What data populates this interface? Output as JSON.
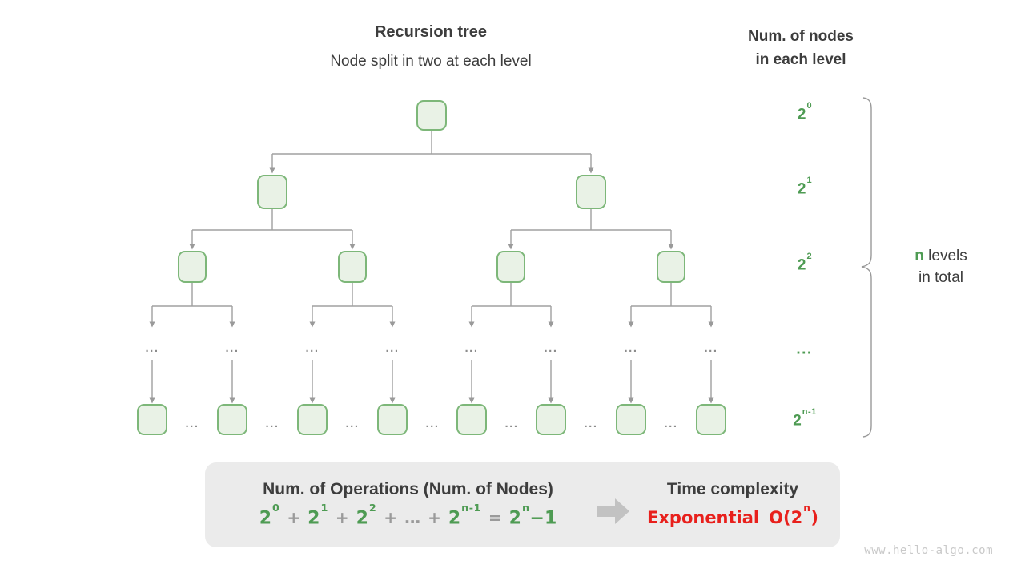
{
  "header": {
    "title": "Recursion tree",
    "subtitle": "Node split in two at each level"
  },
  "right_panel": {
    "header_line1": "Num. of nodes",
    "header_line2": "in each level",
    "levels": [
      {
        "base": "2",
        "sup": "0"
      },
      {
        "base": "2",
        "sup": "1"
      },
      {
        "base": "2",
        "sup": "2"
      },
      {
        "base": "...",
        "sup": ""
      },
      {
        "base": "2",
        "sup": "n-1"
      }
    ]
  },
  "bracket": {
    "n": "n",
    "label_rest": " levels",
    "line2": "in total"
  },
  "tree": {
    "ellipsis": "..."
  },
  "operations": {
    "heading": "Num. of Operations (Num. of Nodes)",
    "formula": {
      "t0": {
        "base": "2",
        "sup": "0"
      },
      "plus1": "+",
      "t1": {
        "base": "2",
        "sup": "1"
      },
      "plus2": "+",
      "t2": {
        "base": "2",
        "sup": "2"
      },
      "plus3": "+",
      "dots": "…",
      "plus4": "+",
      "t3": {
        "base": "2",
        "sup": "n-1"
      },
      "equals": "=",
      "result_base": "2",
      "result_sup": "n",
      "result_tail": "−1"
    }
  },
  "complexity": {
    "label": "Time complexity",
    "value": "Exponential",
    "notation_pre": "O(2",
    "notation_sup": "n",
    "notation_post": ")"
  },
  "watermark": "www.hello-algo.com",
  "colors": {
    "green": "#4e9b53",
    "node_border": "#7db779",
    "node_fill": "#e9f2e6",
    "line_gray": "#a0a0a0",
    "operator_gray": "#9a9a9a",
    "text_dark": "#3d3d3d",
    "red": "#e8201c",
    "box_bg": "#ebebeb",
    "flow_arrow_gray": "#c2c2c2",
    "watermark_gray": "#c9c9c9"
  }
}
